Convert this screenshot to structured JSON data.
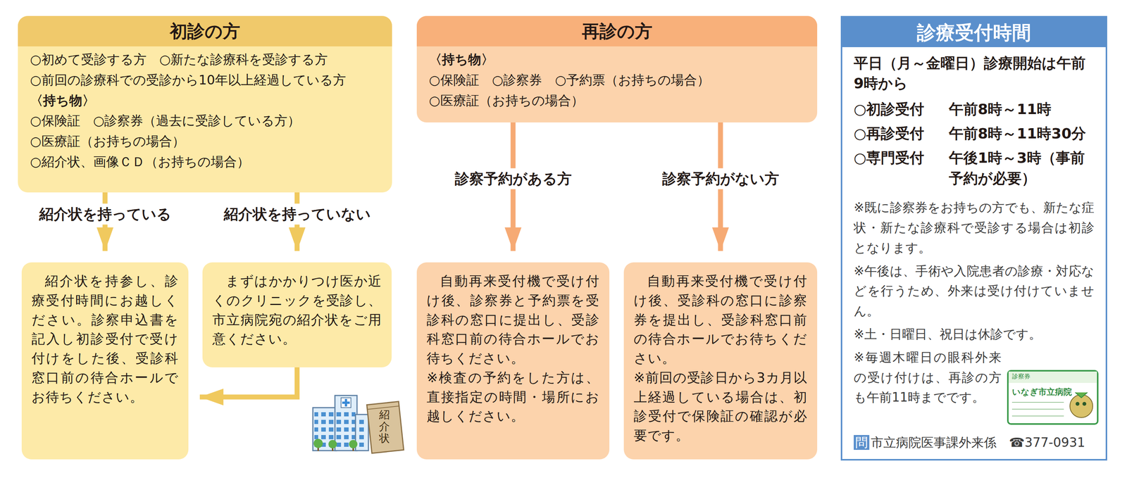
{
  "diagram": {
    "nodes": [
      {
        "text": [
          "初診の方",
          "○初めて受診する方",
          "○新たな診療科を受診する方",
          "○前回の診療科での受診から10年以上経過している方",
          "〈持ち物〉",
          "○保険証",
          "○診察券（過去に受診している方）",
          "○医療証（お持ちの場合）",
          "○紹介状、画像ＣＤ（お持ちの場合）"
        ]
      },
      {
        "text": [
          "紹介状を持参し、診療受付時間にお越しください。診察申込書を記入し初診受付で受け付けをした後、受診科窓口前の待合ホールでお待ちください。"
        ]
      },
      {
        "text": [
          "まずはかかりつけ医か近くのクリニックを受診し、市立病院宛の紹介状をご用意ください。"
        ]
      },
      {
        "text": [
          "再診の方",
          "〈持ち物〉",
          "○保険証",
          "○診察券",
          "○予約票（お持ちの場合）",
          "○医療証（お持ちの場合）"
        ]
      },
      {
        "text": [
          "自動再来受付機で受け付け後、診察券と予約票を受診科の窓口に提出し、受診科窓口前の待合ホールでお待ちください。",
          "※検査の予約をした方は、直接指定の時間・場所にお越しください。"
        ]
      },
      {
        "text": [
          "自動再来受付機で受け付け後、受診科の窓口に診察券を提出し、受診科窓口前の待合ホールでお待ちください。",
          "※前回の受診日から3カ月以上経過している場合は、初診受付で保険証の確認が必要です。"
        ]
      },
      {
        "text": [
          "診療受付時間",
          "平日（月～金曜日）診療開始は午前9時から",
          "○初診受付",
          "午前8時～11時",
          "○再診受付",
          "午前8時～11時30分",
          "○専門受付",
          "午後1時～3時（事前予約が必要）",
          "※既に診察券をお持ちの方でも、新たな症状・新たな診療科で受診する場合は初診となります。",
          "※午後は、手術や入院患者の診療・対応などを行うため、外来は受け付けていません。",
          "※土・日曜日、祝日は休診です。",
          "※毎週木曜日の眼科外来の受け付けは、再診の方も午前11時までです。",
          "問",
          "市立病院医事課外来係",
          "☎377-0931"
        ]
      }
    ],
    "edges": [
      {
        "from": 0,
        "to": 1,
        "label": "紹介状を持っている",
        "arrow": "to"
      },
      {
        "from": 0,
        "to": 2,
        "label": "紹介状を持っていない",
        "arrow": "to"
      },
      {
        "from": 2,
        "to": 1,
        "arrow": "to"
      },
      {
        "from": 3,
        "to": 4,
        "label": "診察予約がある方",
        "arrow": "to"
      },
      {
        "from": 3,
        "to": 5,
        "label": "診察予約がない方",
        "arrow": "to"
      }
    ],
    "labels": [
      "紹介状",
      "いなぎ市立病院",
      "診察券"
    ]
  }
}
